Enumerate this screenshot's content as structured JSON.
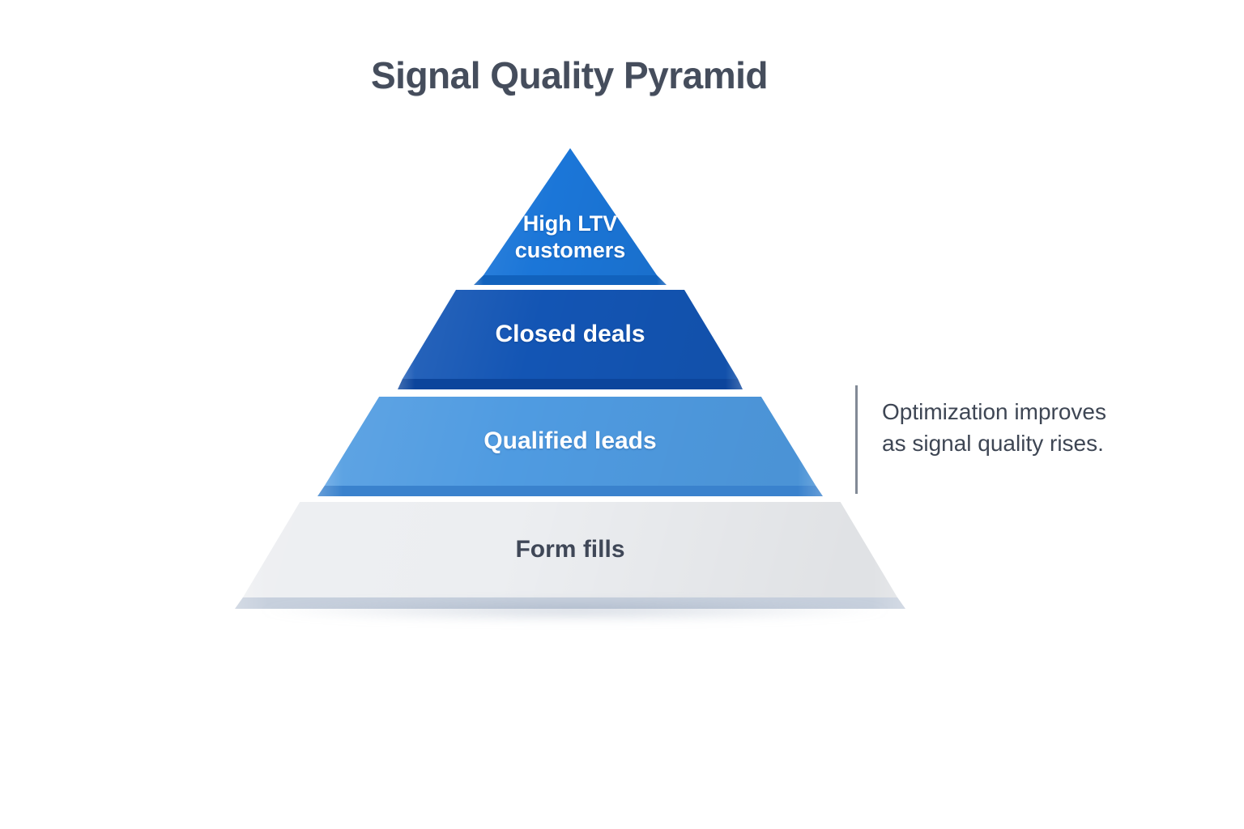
{
  "title": "Signal Quality Pyramid",
  "pyramid": {
    "layers": [
      {
        "id": "high-ltv-customers",
        "label": "High LTV customers",
        "face_color": "#1b76d8",
        "bevel_color": "#1162bd",
        "text_color": "#ffffff"
      },
      {
        "id": "closed-deals",
        "label": "Closed deals",
        "face_color": "#1355b4",
        "bevel_color": "#0c459c",
        "text_color": "#ffffff"
      },
      {
        "id": "qualified-leads",
        "label": "Qualified leads",
        "face_color": "#4f9be1",
        "bevel_color": "#3a82cd",
        "text_color": "#ffffff"
      },
      {
        "id": "form-fills",
        "label": "Form fills",
        "face_color": "#eceef1",
        "bevel_color": "#c7d0dd",
        "text_color": "#3f4757"
      }
    ]
  },
  "annotation": {
    "text": "Optimization improves as signal quality rises."
  },
  "colors": {
    "page_bg": "#ffffff",
    "title_text": "#454d5c",
    "note_text": "#3e4654",
    "rule_color": "#828a96"
  }
}
